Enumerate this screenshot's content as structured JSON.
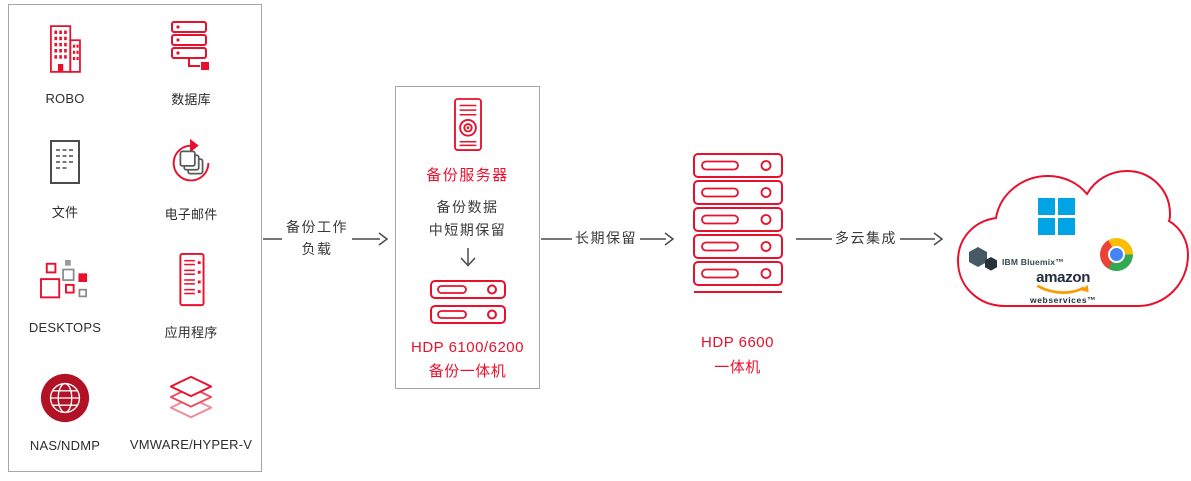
{
  "workloads": {
    "items": [
      {
        "label": "ROBO",
        "icon": "building-icon"
      },
      {
        "label": "数据库",
        "icon": "database-icon"
      },
      {
        "label": "文件",
        "icon": "document-icon"
      },
      {
        "label": "电子邮件",
        "icon": "email-sync-icon"
      },
      {
        "label": "DESKTOPS",
        "icon": "desktops-icon"
      },
      {
        "label": "应用程序",
        "icon": "app-server-icon"
      },
      {
        "label": "NAS/NDMP",
        "icon": "globe-icon"
      },
      {
        "label": "VMWARE/HYPER-V",
        "icon": "hypervisor-layers-icon"
      }
    ]
  },
  "arrows": {
    "workload_line1": "备份工作",
    "workload_line2": "负载",
    "long_term": "长期保留",
    "multicloud": "多云集成"
  },
  "backup_server": {
    "title": "备份服务器",
    "retention_line1": "备份数据",
    "retention_line2": "中短期保留",
    "appliance_line1": "HDP 6100/6200",
    "appliance_line2": "备份一体机"
  },
  "hdp6600": {
    "line1": "HDP 6600",
    "line2": "一体机"
  },
  "cloud": {
    "ibm_label": "IBM Bluemix™",
    "amazon_line1": "amazon",
    "amazon_line2": "webservices™",
    "providers": [
      {
        "name": "IBM Bluemix",
        "icon": "hexagon-icon"
      },
      {
        "name": "Microsoft",
        "icon": "windows-icon"
      },
      {
        "name": "Google",
        "icon": "chrome-icon"
      },
      {
        "name": "Amazon Web Services",
        "icon": "aws-smile-icon"
      }
    ]
  },
  "colors": {
    "accent_red": "#e8112d",
    "dark_red": "#b11226",
    "text_dark": "#3a3a3a",
    "line_gray": "#4a4a4a",
    "microsoft_blue": "#00a3e4",
    "aws_orange": "#ff9900"
  }
}
